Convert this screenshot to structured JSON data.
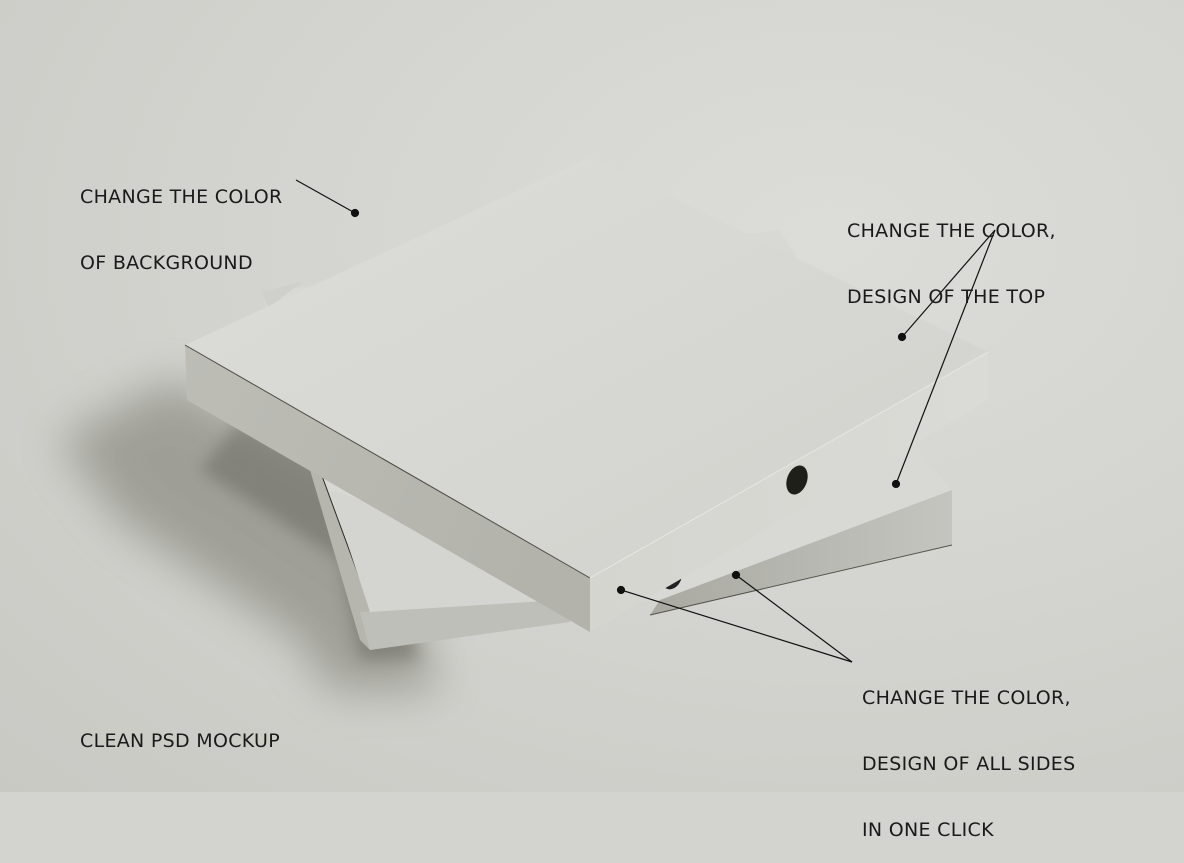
{
  "annotations": {
    "background": {
      "line1": "CHANGE THE COLOR",
      "line2": "OF BACKGROUND"
    },
    "top": {
      "line1": "CHANGE THE COLOR,",
      "line2": "DESIGN OF THE TOP"
    },
    "sides": {
      "line1": "CHANGE THE COLOR,",
      "line2": "DESIGN OF ALL SIDES",
      "line3": "IN ONE CLICK"
    },
    "mockup": {
      "line1": "CLEAN PSD MOCKUP"
    }
  },
  "colors": {
    "background": "#d3d3cf",
    "box_top": "#d9d9d5",
    "box_side_left": "#b9b9b2",
    "box_side_right": "#cfcfca",
    "shadow": "#6d6d64",
    "text": "#1a1a1a"
  }
}
